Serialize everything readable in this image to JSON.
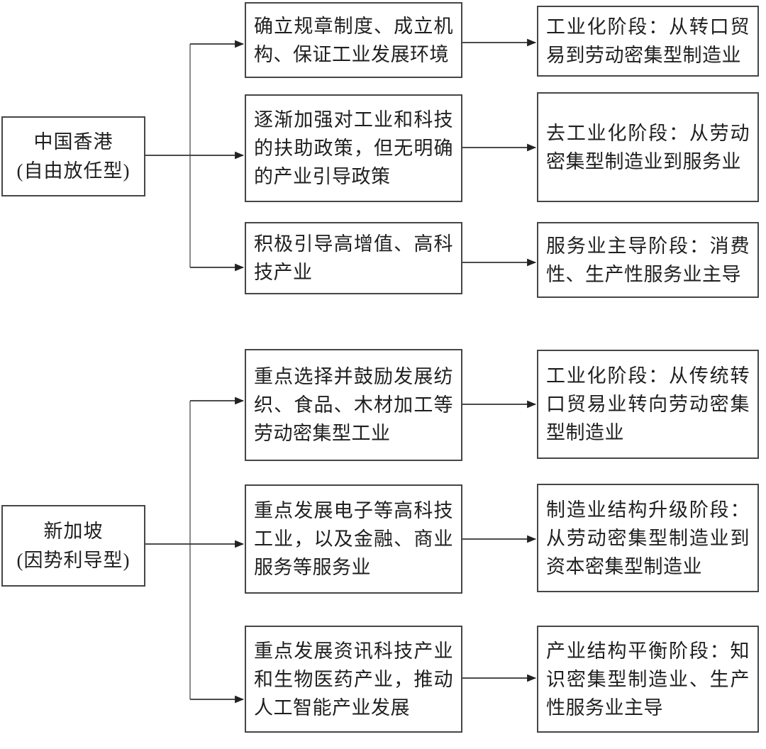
{
  "diagram": {
    "background_color": "#ffffff",
    "box_border_color": "#464646",
    "line_color": "#333333",
    "text_color": "#1f1f1f",
    "sections": [
      {
        "source": {
          "name": "中国香港",
          "type": "(自由放任型)"
        },
        "policies": [
          "确立规章制度、成立机构、保证工业发展环境",
          "逐渐加强对工业和科技的扶助政策，但无明确的产业引导政策",
          "积极引导高增值、高科技产业"
        ],
        "stages": [
          "工业化阶段：从转口贸易到劳动密集型制造业",
          "去工业化阶段：从劳动密集型制造业到服务业",
          "服务业主导阶段：消费性、生产性服务业主导"
        ]
      },
      {
        "source": {
          "name": "新加坡",
          "type": "(因势利导型)"
        },
        "policies": [
          "重点选择并鼓励发展纺织、食品、木材加工等劳动密集型工业",
          "重点发展电子等高科技工业，以及金融、商业服务等服务业",
          "重点发展资讯科技产业和生物医药产业，推动人工智能产业发展"
        ],
        "stages": [
          "工业化阶段：从传统转口贸易业转向劳动密集型制造业",
          "制造业结构升级阶段：从劳动密集型制造业到资本密集型制造业",
          "产业结构平衡阶段：知识密集型制造业、生产性服务业主导"
        ]
      }
    ]
  }
}
